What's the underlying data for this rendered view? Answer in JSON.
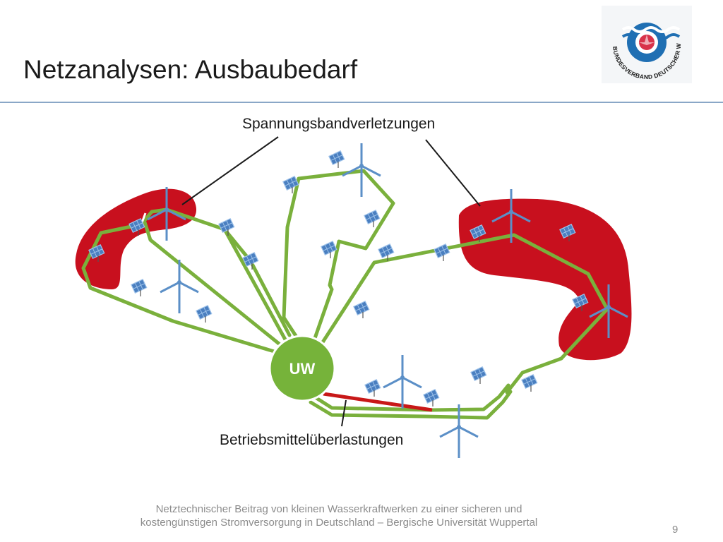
{
  "slide": {
    "title": "Netzanalysen: Ausbaubedarf",
    "page_number": "9"
  },
  "logo": {
    "text": "BUNDESVERBAND DEUTSCHER WASSERKRAFTWERKE",
    "colors": {
      "blue": "#1f6fb3",
      "red": "#d8334a"
    }
  },
  "diagram": {
    "substation_label": "UW",
    "label_voltage": "Spannungsbandverletzungen",
    "label_overload": "Betriebsmittelüberlastungen",
    "colors": {
      "line": "#7ab03c",
      "substation": "#76b33a",
      "violation_area": "#c8101e",
      "overload_line": "#c81818",
      "turbine": "#5b8fc7",
      "pv_panel": "#4a7fc0"
    }
  },
  "footer": {
    "line1": "Netztechnischer Beitrag von kleinen Wasserkraftwerken zu einer sicheren und",
    "line2": "kostengünstigen Stromversorgung in Deutschland – Bergische Universität Wuppertal"
  }
}
